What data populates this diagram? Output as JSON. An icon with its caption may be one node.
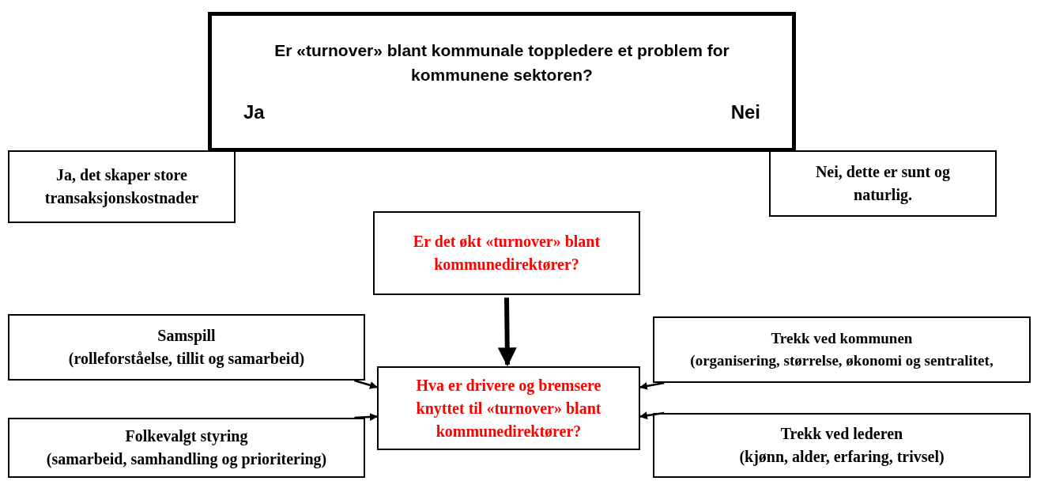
{
  "diagram": {
    "nodes": [
      {
        "text": [
          "Er «turnover» blant kommunale toppledere et problem for kommunene sektoren?",
          "Ja",
          "Nei"
        ]
      },
      {
        "text": [
          "Ja, det skaper store transaksjonskostnader"
        ]
      },
      {
        "text": [
          "Nei, dette er sunt og naturlig."
        ]
      },
      {
        "text": [
          "Er det økt «turnover» blant kommunedirektører?"
        ]
      },
      {
        "text": [
          "Samspill",
          "(rolleforståelse, tillit og samarbeid)"
        ]
      },
      {
        "text": [
          "Trekk ved kommunen",
          "(organisering, størrelse, økonomi og sentralitet,"
        ]
      },
      {
        "text": [
          "Hva er drivere og bremsere knyttet til «turnover» blant kommunedirektører?"
        ]
      },
      {
        "text": [
          "Folkevalgt styring",
          "(samarbeid, samhandling og prioritering)"
        ]
      },
      {
        "text": [
          "Trekk ved lederen",
          "(kjønn, alder, erfaring, trivsel)"
        ]
      }
    ],
    "edges": [
      {
        "from": 3,
        "to": 6,
        "arrow": "to",
        "style": "thick"
      },
      {
        "from": 4,
        "to": 6,
        "arrow": "to"
      },
      {
        "from": 5,
        "to": 6,
        "arrow": "to"
      },
      {
        "from": 7,
        "to": 6,
        "arrow": "to"
      },
      {
        "from": 8,
        "to": 6,
        "arrow": "to"
      }
    ]
  }
}
